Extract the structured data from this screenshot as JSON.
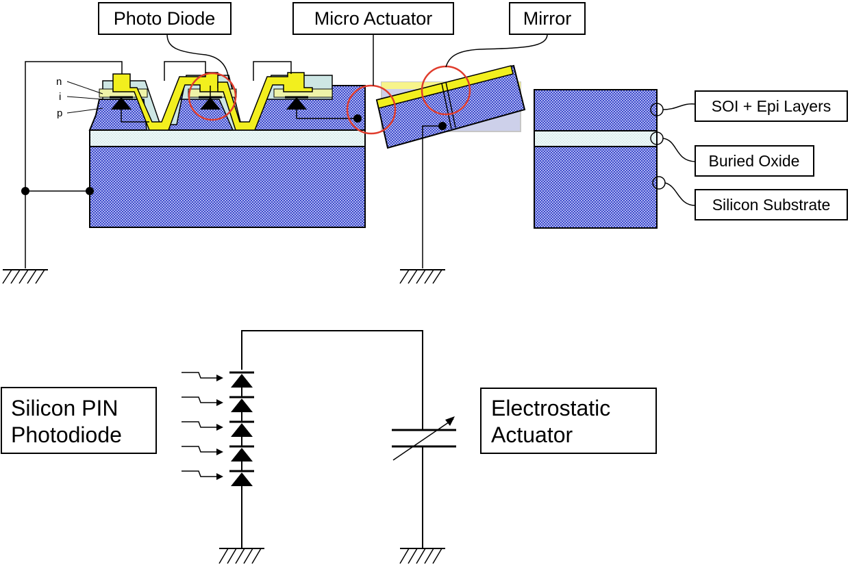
{
  "labels": {
    "photo_diode": "Photo Diode",
    "micro_actuator": "Micro Actuator",
    "mirror": "Mirror",
    "soi_epi": "SOI + Epi Layers",
    "buried_oxide": "Buried Oxide",
    "silicon_substrate": "Silicon Substrate",
    "layer_n": "n",
    "layer_i": "i",
    "layer_p": "p",
    "pin_line1": "Silicon PIN",
    "pin_line2": "Photodiode",
    "actuator_line1": "Electrostatic",
    "actuator_line2": "Actuator"
  },
  "colors": {
    "silicon": "#3b46c8",
    "oxide": "#dff2f2",
    "gold": "#f2ef1e",
    "passivation": "#c9e5e2",
    "highlight": "#e03c2c",
    "line": "#000000"
  },
  "circuit": {
    "diode_count": 5,
    "light_arrow_count": 5
  }
}
